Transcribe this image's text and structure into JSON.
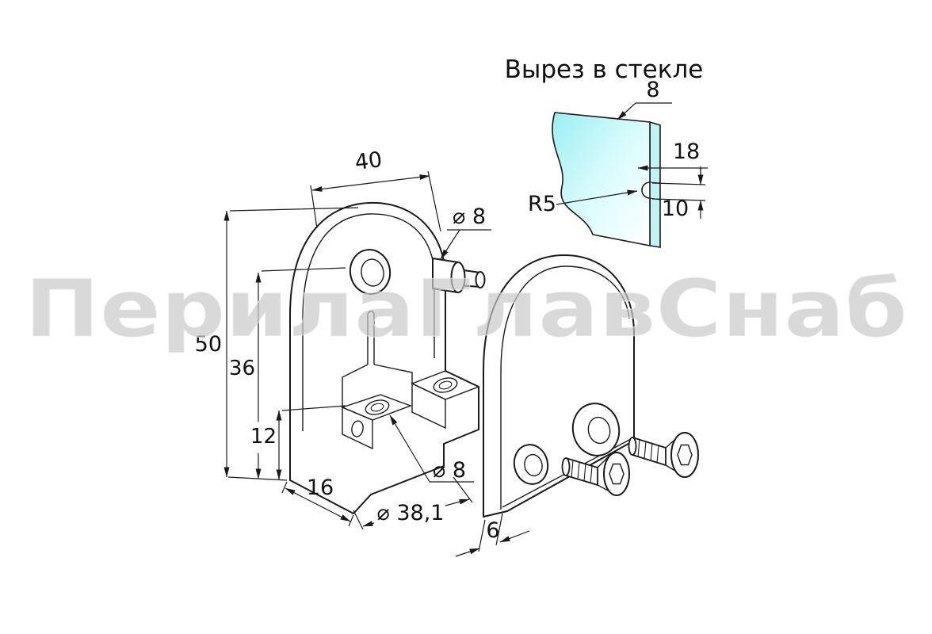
{
  "watermark": {
    "text": "ПерилаГлавСнаб"
  },
  "glass_detail": {
    "title": "Вырез в стекле",
    "dim_thickness": "8",
    "dim_depth": "18",
    "dim_notch_width": "10",
    "dim_radius": "R5"
  },
  "main_view": {
    "dim_width": "40",
    "dim_pin_diameter": "⌀ 8",
    "dim_height": "50",
    "dim_inner_height": "36",
    "dim_step_height": "12",
    "dim_base_width": "16",
    "dim_bore_diameter": "⌀ 38,1",
    "dim_hole_diameter": "⌀ 8",
    "dim_plate_thickness": "6"
  }
}
